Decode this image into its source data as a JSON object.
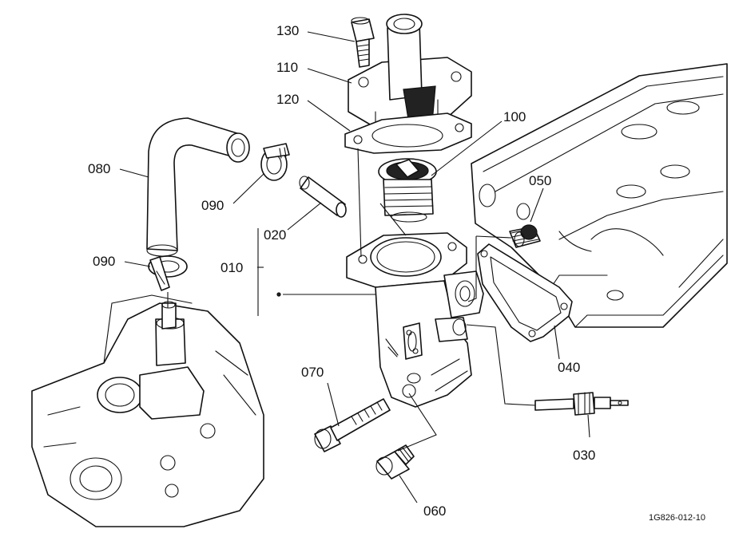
{
  "diagram": {
    "reference_code": "1G826-012-10",
    "line_color": "#111111",
    "background": "#ffffff",
    "callouts": [
      {
        "id": "130",
        "text": "130"
      },
      {
        "id": "110",
        "text": "110"
      },
      {
        "id": "120",
        "text": "120"
      },
      {
        "id": "100",
        "text": "100"
      },
      {
        "id": "080",
        "text": "080"
      },
      {
        "id": "090a",
        "text": "090"
      },
      {
        "id": "090b",
        "text": "090"
      },
      {
        "id": "050",
        "text": "050"
      },
      {
        "id": "020",
        "text": "020"
      },
      {
        "id": "010",
        "text": "010"
      },
      {
        "id": "040",
        "text": "040"
      },
      {
        "id": "070",
        "text": "070"
      },
      {
        "id": "030",
        "text": "030"
      },
      {
        "id": "060",
        "text": "060"
      }
    ]
  }
}
